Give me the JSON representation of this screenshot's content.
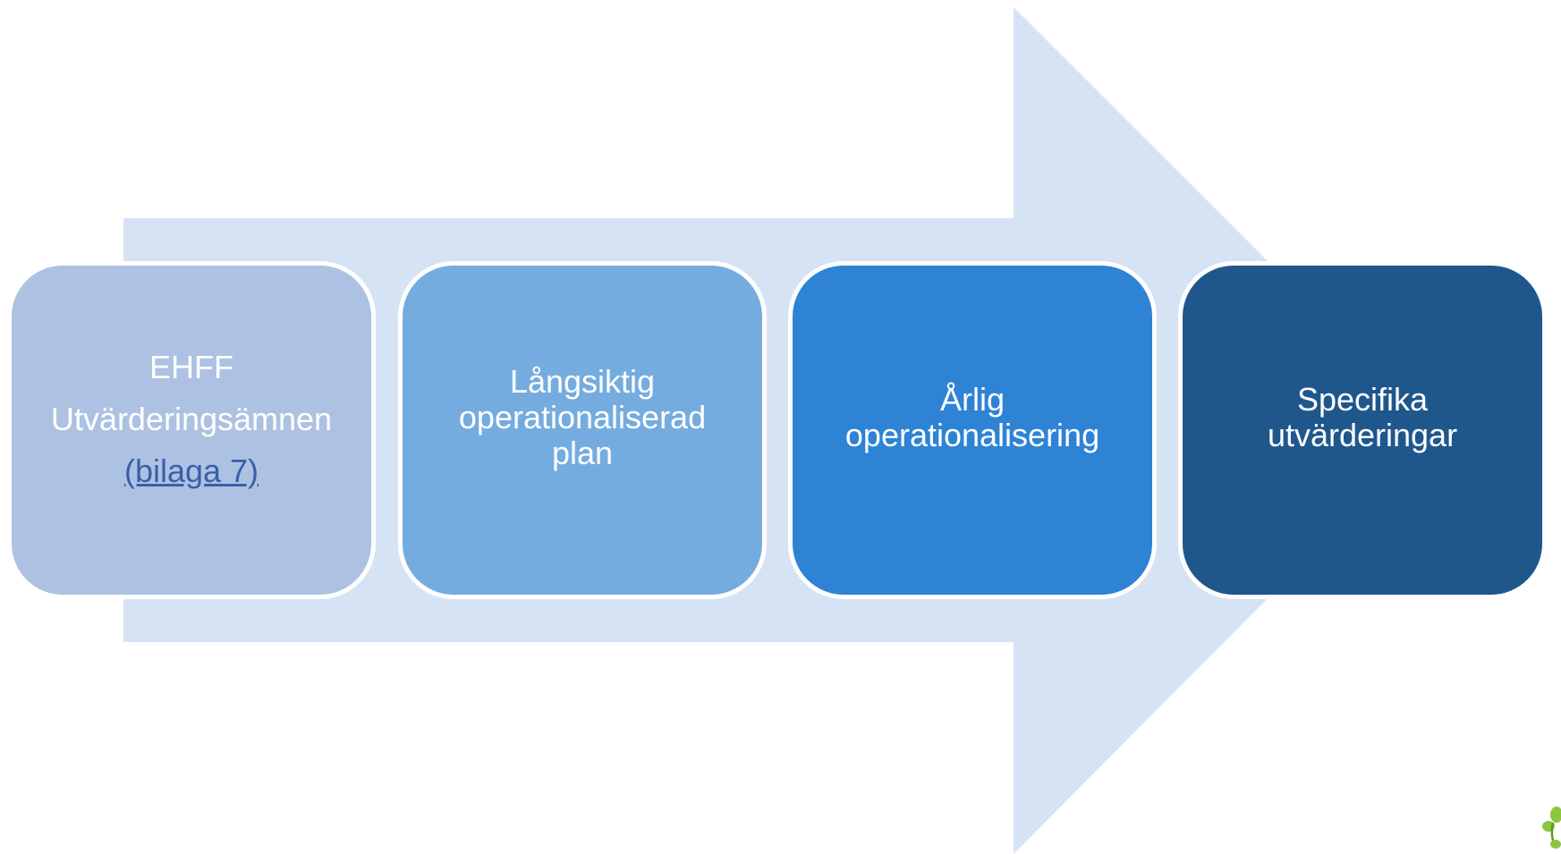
{
  "colors": {
    "arrow": "#d6e3f5",
    "step1": "#adc2e2",
    "step2": "#75acdf",
    "step3": "#2e83d4",
    "step4": "#1f578d",
    "link": "#3b5ea8",
    "logo": "#8cc63f"
  },
  "diagram": {
    "steps": [
      {
        "lines": [
          "EHFF",
          "Utvärderingsämnen"
        ],
        "link": "(bilaga 7)"
      },
      {
        "lines": [
          "Långsiktig",
          "operationaliserad",
          "plan"
        ]
      },
      {
        "lines": [
          "Årlig",
          "operationalisering"
        ]
      },
      {
        "lines": [
          "Specifika",
          "utvärderingar"
        ]
      }
    ]
  },
  "logo": {
    "icon": "green-leaf-logo-icon"
  }
}
